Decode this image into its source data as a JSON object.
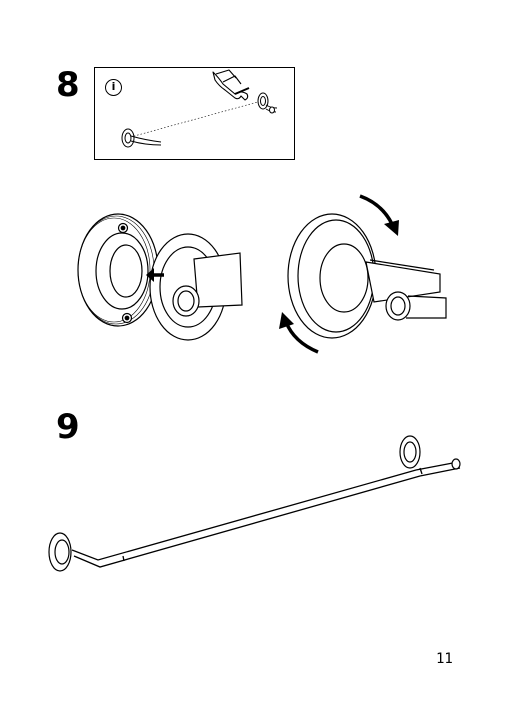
{
  "page": {
    "page_number": "11"
  },
  "steps": [
    {
      "number": "8",
      "info_glyph": "i",
      "icon": "info-icon"
    },
    {
      "number": "9"
    }
  ],
  "illustrations": {
    "step8_detail": "hand-press-icon",
    "step8_rotate": "rotate-arrow-icon",
    "step8_push": "push-arrow-icon"
  }
}
